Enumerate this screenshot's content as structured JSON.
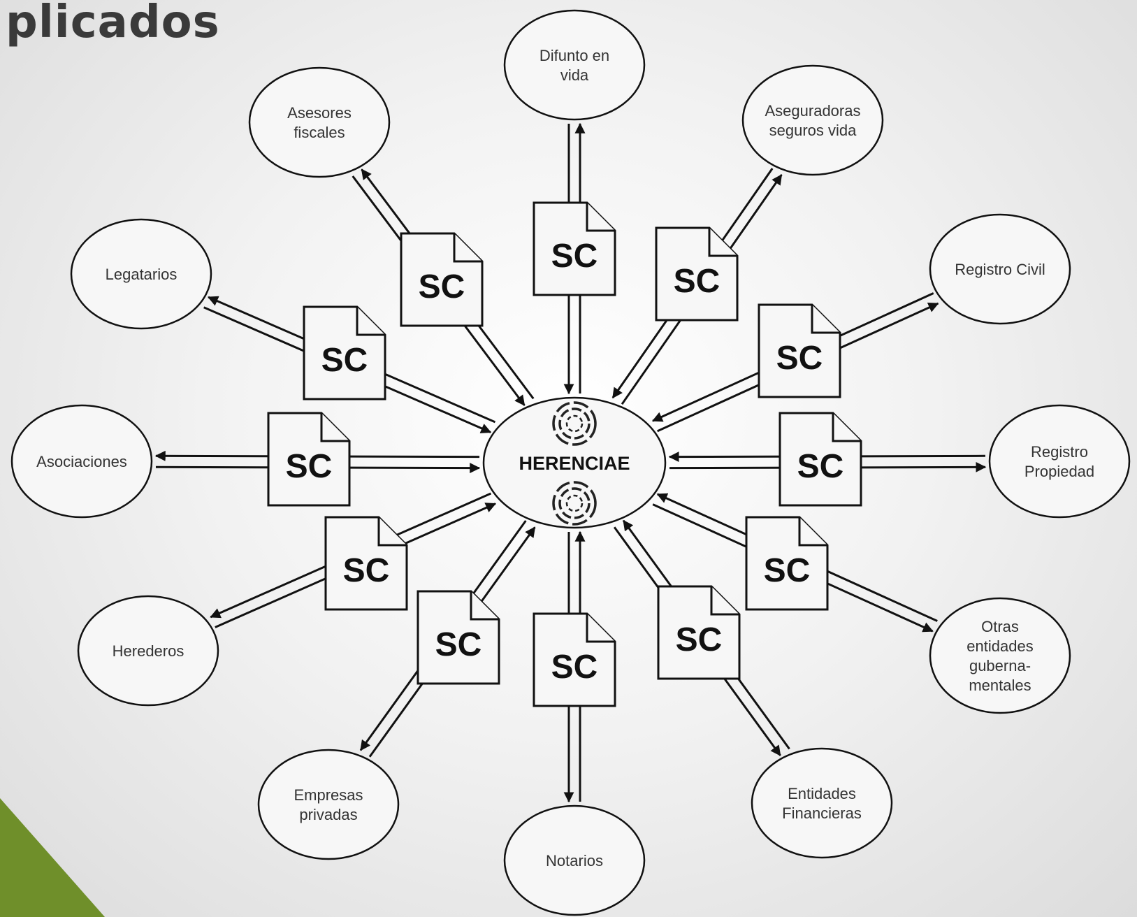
{
  "slide": {
    "title": "plicados",
    "accent_color": "#6f8f2a"
  },
  "diagram": {
    "center": {
      "label": "HERENCIAE",
      "logo_icon": "herenciae-logo-icon"
    },
    "document_label": "SC",
    "nodes": [
      {
        "id": "difunto",
        "lines": [
          "Difunto en",
          "vida"
        ]
      },
      {
        "id": "aseguradoras",
        "lines": [
          "Aseguradoras",
          "seguros vida"
        ]
      },
      {
        "id": "registro-civil",
        "lines": [
          "Registro Civil"
        ]
      },
      {
        "id": "registro-propiedad",
        "lines": [
          "Registro",
          "Propiedad"
        ]
      },
      {
        "id": "otras-entidades",
        "lines": [
          "Otras",
          "entidades",
          "guberna-",
          "mentales"
        ]
      },
      {
        "id": "entidades-financieras",
        "lines": [
          "Entidades",
          "Financieras"
        ]
      },
      {
        "id": "notarios",
        "lines": [
          "Notarios"
        ]
      },
      {
        "id": "empresas-privadas",
        "lines": [
          "Empresas",
          "privadas"
        ]
      },
      {
        "id": "herederos",
        "lines": [
          "Herederos"
        ]
      },
      {
        "id": "asociaciones",
        "lines": [
          "Asociaciones"
        ]
      },
      {
        "id": "legatarios",
        "lines": [
          "Legatarios"
        ]
      },
      {
        "id": "asesores-fiscales",
        "lines": [
          "Asesores",
          "fiscales"
        ]
      }
    ]
  }
}
